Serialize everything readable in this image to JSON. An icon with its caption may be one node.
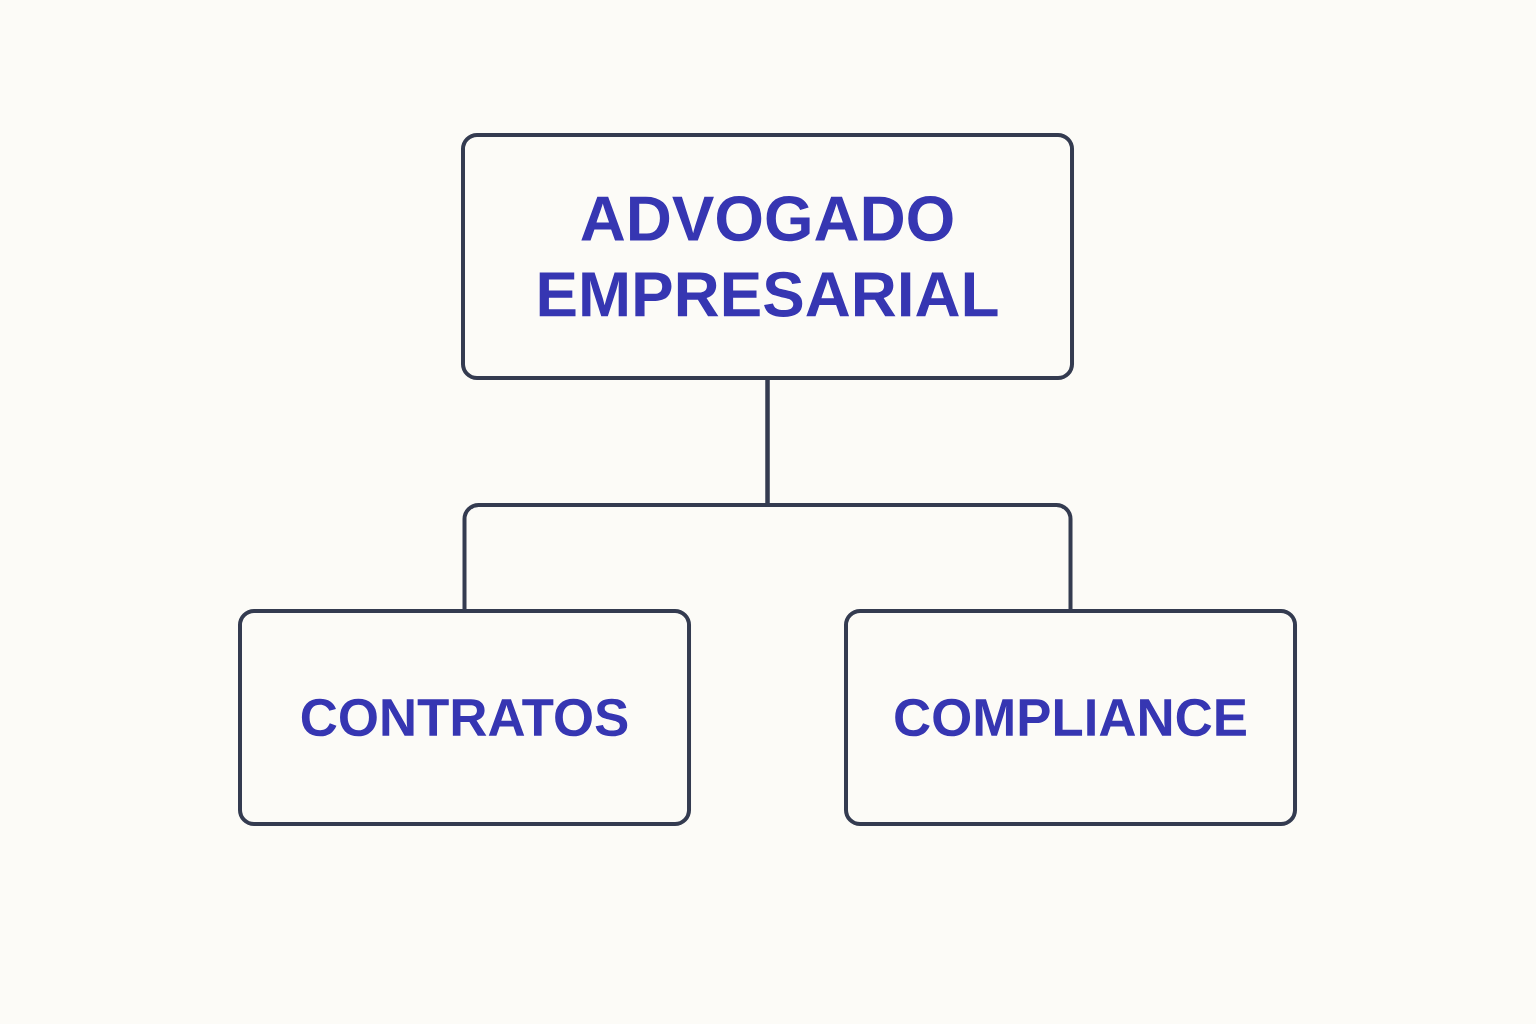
{
  "diagram": {
    "nodes": [
      {
        "text": [
          "ADVOGADO EMPRESARIAL"
        ]
      },
      {
        "text": [
          "CONTRATOS"
        ]
      },
      {
        "text": [
          "COMPLIANCE"
        ]
      }
    ],
    "edges": [
      {
        "from": 0,
        "to": 1,
        "arrow": "none"
      },
      {
        "from": 0,
        "to": 2,
        "arrow": "none"
      }
    ]
  }
}
